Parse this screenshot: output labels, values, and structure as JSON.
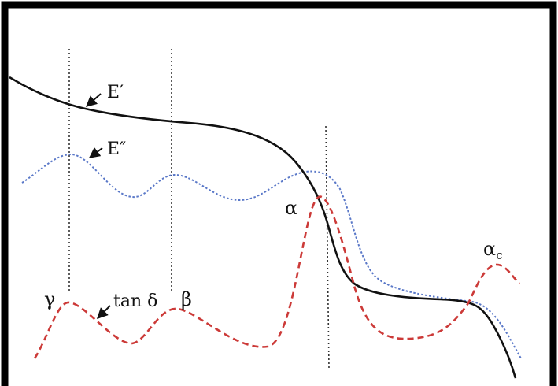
{
  "colors": {
    "frame": "#000000",
    "storage_modulus": "#111111",
    "loss_modulus": "#5a78c8",
    "tan_delta": "#cc3a38",
    "guide_lines": "#333333",
    "background": "#ffffff"
  },
  "labels": {
    "storage_modulus": "E′",
    "loss_modulus": "E″",
    "tan_delta": "tan δ",
    "gamma": "γ",
    "beta": "β",
    "alpha": "α",
    "alpha_c_base": "α",
    "alpha_c_sub": "c"
  }
}
